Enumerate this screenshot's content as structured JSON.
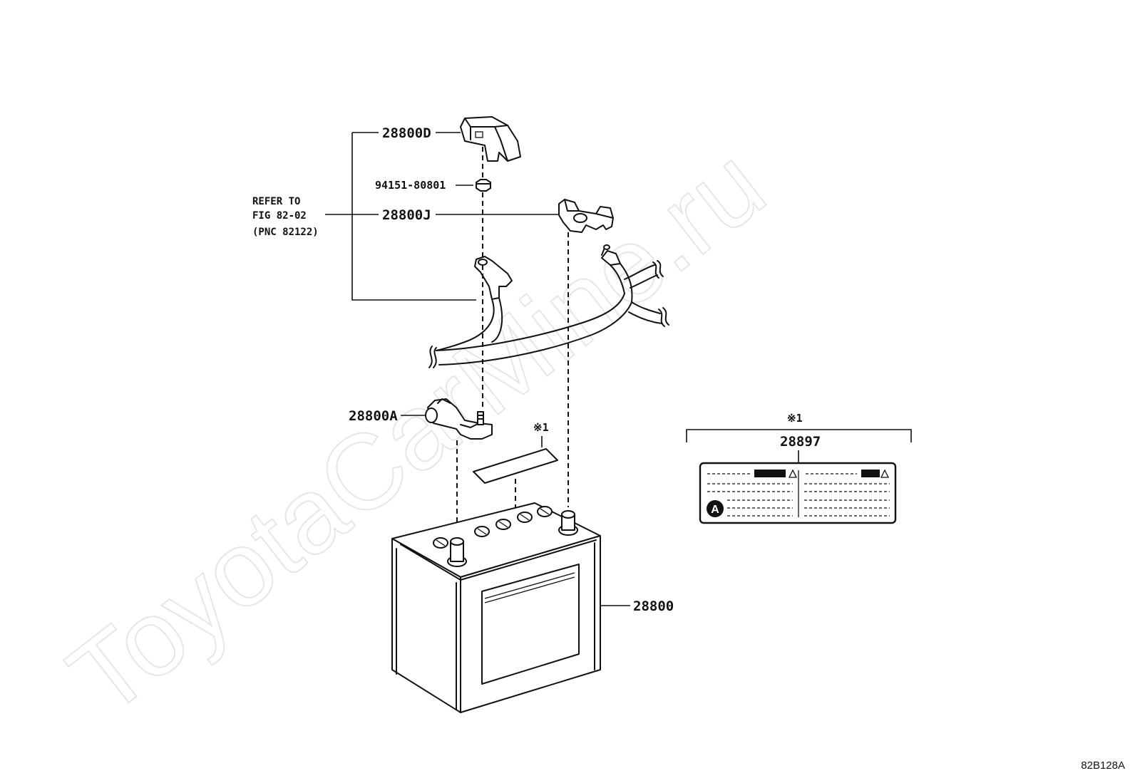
{
  "watermark": "ToyotaCarMine.ru",
  "refer_note": {
    "line1": "REFER TO",
    "line2": "FIG 82-02",
    "line3": "(PNC 82122)"
  },
  "parts": {
    "p28800D": "28800D",
    "p94151": "94151-80801",
    "p28800J": "28800J",
    "p28800A": "28800A",
    "p28800": "28800",
    "p28897": "28897"
  },
  "note_mark": "※1",
  "label_plate": {
    "marker": "A"
  },
  "illustration_code": "82B128A",
  "colors": {
    "ink": "#111111",
    "watermark": "#e6e6e6",
    "background": "#ffffff"
  }
}
